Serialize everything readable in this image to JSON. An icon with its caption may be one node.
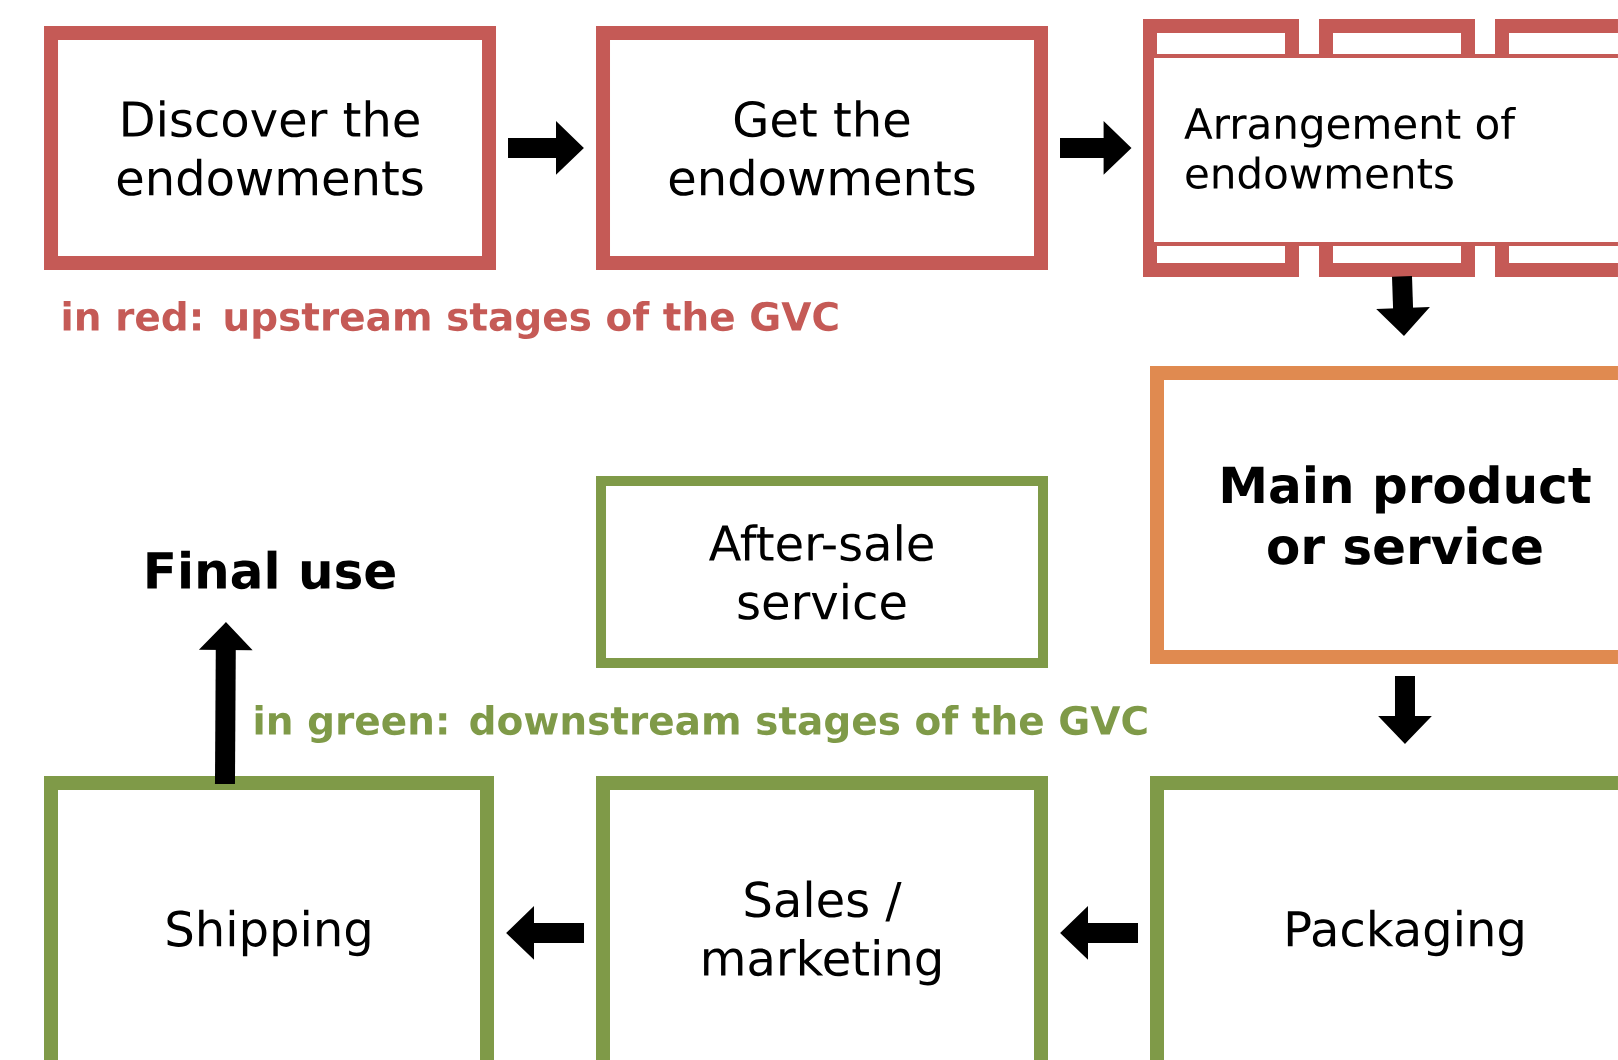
{
  "diagram": {
    "nodes": [
      {
        "text": [
          "Discover the endowments"
        ]
      },
      {
        "text": [
          "Get the endowments"
        ]
      },
      {
        "text": [
          "Arrangement of endowments"
        ]
      },
      {
        "text": [
          "Main product or service"
        ]
      },
      {
        "text": [
          "After-sale service"
        ]
      },
      {
        "text": [
          "Final use"
        ]
      },
      {
        "text": [
          "Shipping"
        ]
      },
      {
        "text": [
          "Sales / marketing"
        ]
      },
      {
        "text": [
          "Packaging"
        ]
      }
    ],
    "edges": [
      {
        "from": 0,
        "to": 1,
        "arrow": "to"
      },
      {
        "from": 1,
        "to": 2,
        "arrow": "to"
      },
      {
        "from": 2,
        "to": 3,
        "arrow": "to"
      },
      {
        "from": 3,
        "to": 8,
        "arrow": "to"
      },
      {
        "from": 8,
        "to": 7,
        "arrow": "to"
      },
      {
        "from": 7,
        "to": 6,
        "arrow": "to"
      },
      {
        "from": 6,
        "to": 5,
        "arrow": "to"
      }
    ],
    "labels": [
      "in red: upstream stages of the GVC",
      "in green: downstream stages of the GVC"
    ]
  }
}
